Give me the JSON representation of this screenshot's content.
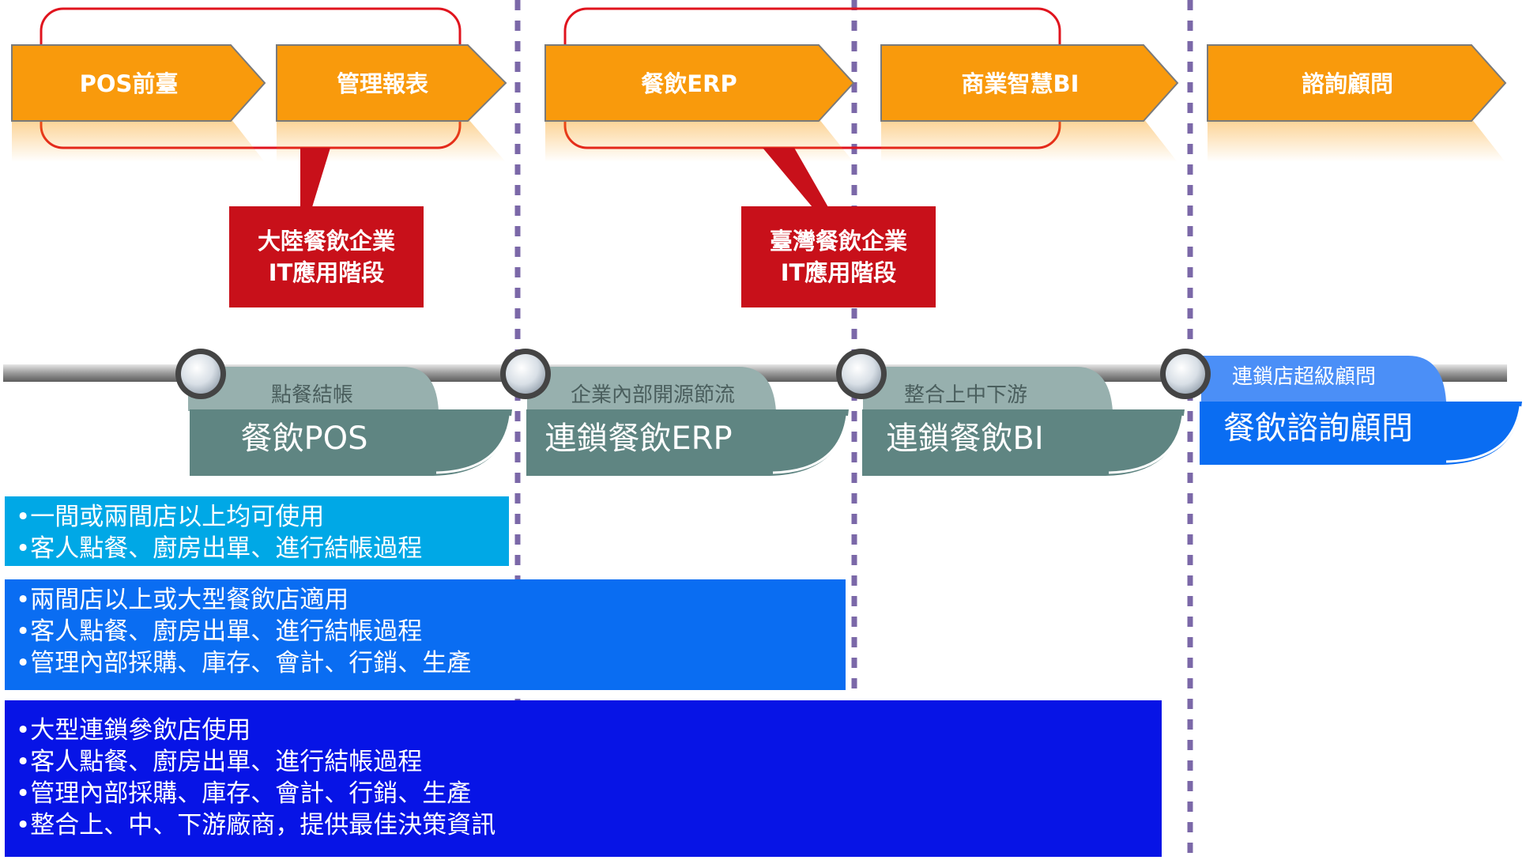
{
  "process_steps": [
    {
      "label": "POS前臺"
    },
    {
      "label": "管理報表"
    },
    {
      "label": "餐飲ERP"
    },
    {
      "label": "商業智慧BI"
    },
    {
      "label": "諮詢顧問"
    }
  ],
  "callouts": [
    {
      "line1": "大陸餐飲企業",
      "line2": "IT應用階段"
    },
    {
      "line1": "臺灣餐飲企業",
      "line2": "IT應用階段"
    }
  ],
  "timeline_stages": [
    {
      "tab": "點餐結帳",
      "title": "餐飲POS"
    },
    {
      "tab": "企業內部開源節流",
      "title": "連鎖餐飲ERP"
    },
    {
      "tab": "整合上中下游",
      "title": "連鎖餐飲BI"
    },
    {
      "tab": "連鎖店超級顧問",
      "title": "餐飲諮詢顧問"
    }
  ],
  "info_boxes": [
    {
      "lines": [
        "一間或兩間店以上均可使用",
        "客人點餐、廚房出單、進行結帳過程"
      ]
    },
    {
      "lines": [
        "兩間店以上或大型餐飲店適用",
        "客人點餐、廚房出單、進行結帳過程",
        "管理內部採購、庫存、會計、行銷、生產"
      ]
    },
    {
      "lines": [
        "大型連鎖參飲店使用",
        "客人點餐、廚房出單、進行結帳過程",
        "管理內部採購、庫存、會計、行銷、生產",
        "整合上、中、下游廠商，提供最佳決策資訊"
      ]
    }
  ],
  "colors": {
    "chevron": "#f99a0c",
    "chevron_border": "#7a7a7a",
    "callout_red": "#c8101a",
    "bracket_red": "#e0141e",
    "divider": "#7b68a8",
    "stage_gray_tab": "#97b0ae",
    "stage_gray_body": "#5f8582",
    "stage_blue_tab": "#4b8ff7",
    "stage_blue_body": "#0a6df2",
    "box_pos": "#00a8e6",
    "box_erp": "#0a6df2",
    "box_bi": "#0714e6"
  }
}
